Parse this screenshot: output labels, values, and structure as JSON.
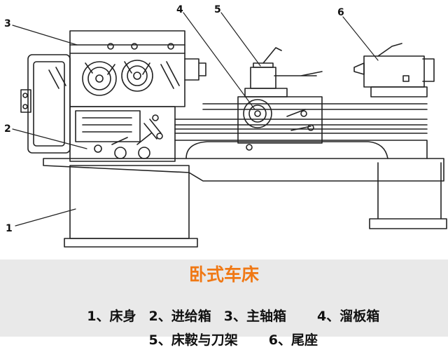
{
  "title": "卧式车床",
  "callouts": [
    "1",
    "2",
    "3",
    "4",
    "5",
    "6"
  ],
  "legend": {
    "row1": [
      "1、床身",
      "2、进给箱",
      "3、主轴箱",
      "4、溜板箱"
    ],
    "row2": [
      "5、床鞍与刀架",
      "6、尾座"
    ]
  },
  "colors": {
    "title": "#f07814",
    "caption_bg": "#e9e9e9",
    "line": "#222222"
  }
}
